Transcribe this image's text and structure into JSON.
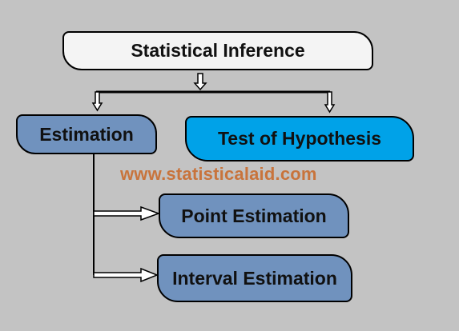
{
  "diagram": {
    "root": {
      "label": "Statistical Inference"
    },
    "branches": {
      "estimation": {
        "label": "Estimation"
      },
      "hypothesis": {
        "label": "Test of Hypothesis"
      }
    },
    "estimation_children": {
      "point": {
        "label": "Point Estimation"
      },
      "interval": {
        "label": "Interval Estimation"
      }
    },
    "watermark": "www.statisticalaid.com"
  },
  "colors": {
    "background": "#c3c3c3",
    "root_fill": "#f4f4f4",
    "estimation_fill": "#7092be",
    "hypothesis_fill": "#00a2e8",
    "watermark": "#c8743c"
  }
}
